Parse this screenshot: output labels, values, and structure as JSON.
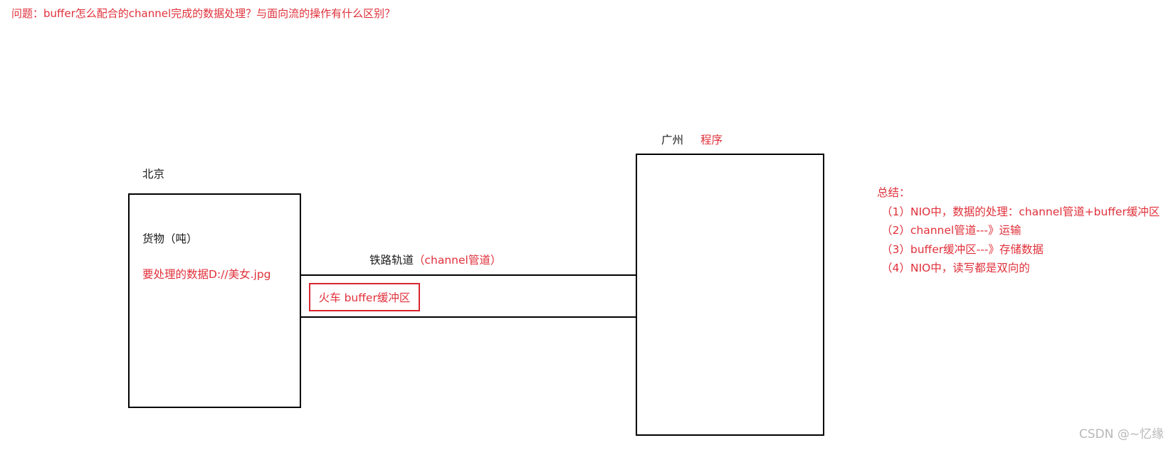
{
  "question": "问题：buffer怎么配合的channel完成的数据处理？与面向流的操作有什么区别？",
  "beijing": {
    "label": "北京",
    "cargo": "货物（吨）",
    "data_file": "要处理的数据D://美女.jpg"
  },
  "guangzhou": {
    "label": "广州",
    "program": "程序"
  },
  "railway": {
    "label": "铁路轨道",
    "channel": "（channel管道）"
  },
  "train": {
    "label": "火车 buffer缓冲区"
  },
  "summary": {
    "title": "总结：",
    "items": [
      "（1）NIO中，数据的处理：channel管道+buffer缓冲区",
      "（2）channel管道---》运输",
      "（3）buffer缓冲区---》存储数据",
      "（4）NIO中，读写都是双向的"
    ]
  },
  "watermark": "CSDN @~忆缘",
  "colors": {
    "annotation": "#e0303a",
    "text": "#1a1a1a",
    "stroke": "#000000",
    "train_border": "#d9262f"
  }
}
